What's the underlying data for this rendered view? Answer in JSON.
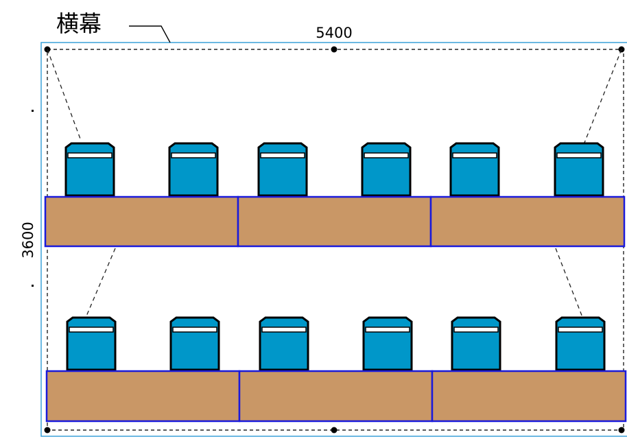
{
  "diagram": {
    "title_label": "横幕",
    "width_dimension": "5400",
    "height_dimension": "3600",
    "rows": [
      {
        "seats": 6,
        "tables": 3
      },
      {
        "seats": 6,
        "tables": 3
      }
    ],
    "colors": {
      "frame_border": "#3aa0d8",
      "dashed_line": "#222222",
      "table_fill": "#c99766",
      "table_border": "#1a1adb",
      "seat_fill": "#0097c9",
      "seat_outline": "#000000",
      "seat_highlight": "#ffffff"
    }
  }
}
